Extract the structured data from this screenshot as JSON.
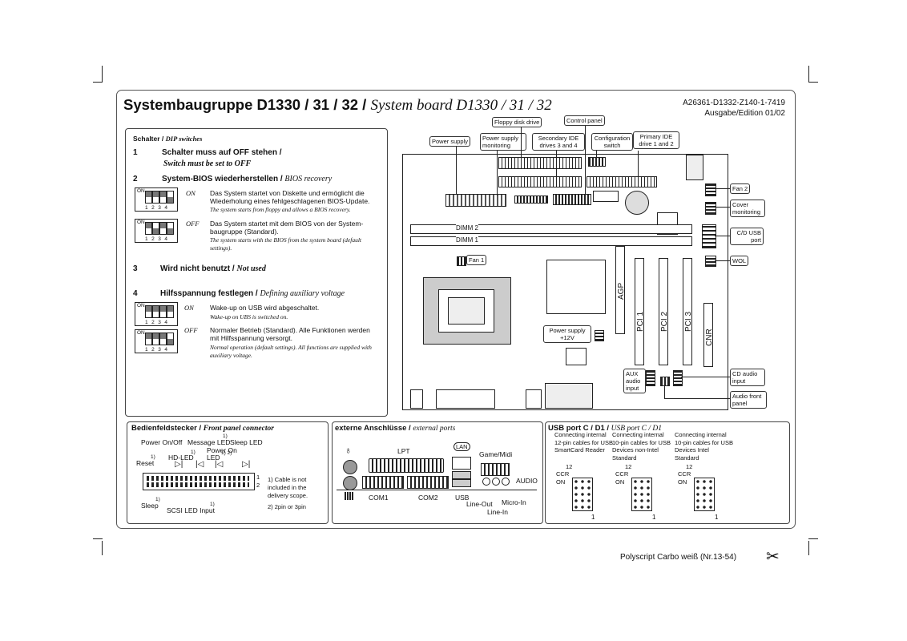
{
  "header": {
    "title_de": "Systembaugruppe D1330 / 31 / 32 /",
    "title_en": "System board D1330 / 31 / 32",
    "ref_code": "A26361-D1332-Z140-1-7419",
    "edition": "Ausgabe/Edition 01/02"
  },
  "dip": {
    "heading_de": "Schalter /",
    "heading_en": "DIP switches",
    "item1_num": "1",
    "item1_de": "Schalter muss auf OFF stehen /",
    "item1_en": "Switch must be set to OFF",
    "item2_num": "2",
    "item2_de": "System-BIOS wiederherstellen /",
    "item2_en": "BIOS recovery",
    "item2_on_state": "ON",
    "item2_on_de": "Das System startet von Diskette und ermöglicht die Wiederholung eines fehlgeschlagenen BIOS-Update.",
    "item2_on_en": "The system starts from floppy and allows a BIOS recovery.",
    "item2_off_state": "OFF",
    "item2_off_de": "Das System startet mit dem BIOS von der System-baugruppe (Standard).",
    "item2_off_en": "The system starts with the BIOS from the system board (default settings).",
    "item3_num": "3",
    "item3_de": "Wird nicht benutzt /",
    "item3_en": "Not used",
    "item4_num": "4",
    "item4_de": "Hilfsspannung festlegen /",
    "item4_en": "Defining auxiliary voltage",
    "item4_on_state": "ON",
    "item4_on_de": "Wake-up on USB wird abgeschaltet.",
    "item4_on_en": "Wake-up on UBS is switched on.",
    "item4_off_state": "OFF",
    "item4_off_de": "Normaler Betrieb (Standard). Alle Funktionen werden mit Hilfsspannung versorgt.",
    "item4_off_en": "Normal operation (default settings). All functions are supplied with auxiliary voltage.",
    "switch_on": "ON",
    "switch_nums": "1234"
  },
  "board_labels": {
    "floppy": "Floppy disk drive",
    "control_panel": "Control panel",
    "power_supply": "Power supply",
    "ps_monitoring": "Power supply monitoring",
    "secondary_ide": "Secondary IDE drives 3 and 4",
    "config_switch": "Configuration switch",
    "primary_ide": "Primary IDE drive 1 and 2",
    "fan2": "Fan 2",
    "cover": "Cover monitoring",
    "cd_usb": "C/D USB port",
    "wol": "WOL",
    "dimm2": "DIMM 2",
    "dimm1": "DIMM 1",
    "fan1": "Fan 1",
    "agp": "AGP",
    "pci1": "PCI 1",
    "pci2": "PCI 2",
    "pci3": "PCI 3",
    "cnr": "CNR",
    "ps12": "Power supply +12V",
    "aux": "AUX audio input",
    "cd_audio": "CD audio input",
    "audio_front": "Audio front panel"
  },
  "front_panel": {
    "heading_de": "Bedienfeldstecker /",
    "heading_en": "Front panel connector",
    "power_onoff": "Power On/Off",
    "message_led": "Message LED",
    "sleep_led": "Sleep LED",
    "power_on_led": "Power On LED",
    "hd_led": "HD-LED",
    "reset": "Reset",
    "sleep": "Sleep",
    "scsi_led": "SCSI LED Input",
    "sup1": "1)",
    "sup12": "1) 2)",
    "pin1": "1",
    "pin2": "2",
    "note1": "1) Cable is not included in the delivery scope.",
    "note2": "2) 2pin or 3pin"
  },
  "external": {
    "heading_de": "externe Anschlüsse /",
    "heading_en": "external ports",
    "lpt": "LPT",
    "lan": "LAN",
    "game_midi": "Game/Midi",
    "audio": "AUDIO",
    "com1": "COM1",
    "com2": "COM2",
    "usb": "USB",
    "line_out": "Line-Out",
    "micro_in": "Micro-In",
    "line_in": "Line-In"
  },
  "usb": {
    "heading_de": "USB port C / D1 /",
    "heading_en": "USB port C / D1",
    "col1": "Connecting internal 12-pin cables for USB SmartCard Reader",
    "col2": "Connecting internal 10-pin cables for USB Devices non-Intel Standard",
    "col3": "Connecting internal 10-pin cables for USB Devices Intel Standard",
    "pin_12": "12",
    "ccr": "CCR",
    "on": "ON",
    "pin_1": "1"
  },
  "footer": {
    "paper": "Polyscript Carbo weiß (Nr.13-54)",
    "scissors": "✂"
  }
}
